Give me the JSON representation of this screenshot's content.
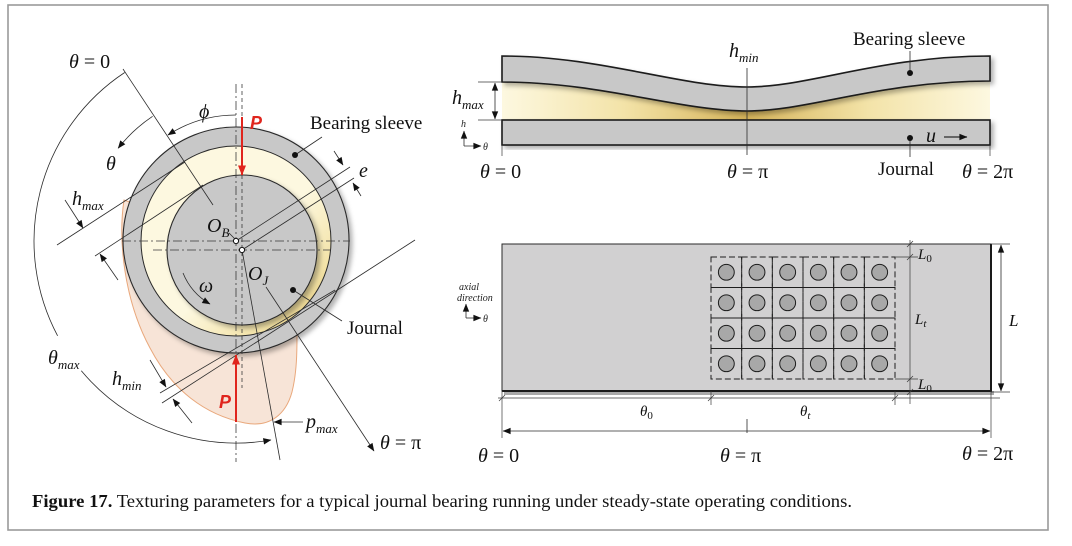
{
  "figure": {
    "caption": {
      "label": "Figure 17.",
      "text": " Texturing parameters for a typical journal bearing running under steady-state operating conditions."
    }
  },
  "polar_view": {
    "theta_zero": {
      "symbol": "θ",
      "rest": " = 0"
    },
    "phi": "ϕ",
    "theta": "θ",
    "load_top": "P",
    "bearing_sleeve": "Bearing sleeve",
    "eccentricity": "e",
    "h_max": {
      "base": "h",
      "sub": "max"
    },
    "center_bearing": {
      "base": "O",
      "sub": "B"
    },
    "center_journal": {
      "base": "O",
      "sub": "J"
    },
    "omega": "ω",
    "journal": "Journal",
    "theta_max": {
      "base": "θ",
      "sub": "max"
    },
    "h_min": {
      "base": "h",
      "sub": "min"
    },
    "load_bottom": "P",
    "p_max": {
      "base": "p",
      "sub": "max"
    },
    "theta_pi": {
      "symbol": "θ",
      "rest": " = π"
    }
  },
  "film_view": {
    "h_min": {
      "base": "h",
      "sub": "min"
    },
    "bearing_sleeve": "Bearing sleeve",
    "h_max": {
      "base": "h",
      "sub": "max"
    },
    "axis": {
      "vertical": "h",
      "horizontal": "θ"
    },
    "velocity": "u",
    "theta_zero": {
      "symbol": "θ",
      "rest": " = 0"
    },
    "theta_pi": {
      "symbol": "θ",
      "rest": " = π"
    },
    "journal": "Journal",
    "theta_two_pi": {
      "symbol": "θ",
      "rest": " = 2π"
    }
  },
  "texture_view": {
    "axis": {
      "vertical_line1": "axial",
      "vertical_line2": "direction",
      "horizontal": "θ"
    },
    "grid": {
      "columns": 6,
      "rows": 4
    },
    "L0_top": {
      "base": "L",
      "sub": "0"
    },
    "Lt": {
      "base": "L",
      "sub": "t"
    },
    "L0_bottom": {
      "base": "L",
      "sub": "0"
    },
    "L": "L",
    "theta0": {
      "base": "θ",
      "sub": "0"
    },
    "theta_t": {
      "base": "θ",
      "sub": "t"
    },
    "theta_zero": {
      "symbol": "θ",
      "rest": " = 0"
    },
    "theta_pi": {
      "symbol": "θ",
      "rest": " = π"
    },
    "theta_two_pi": {
      "symbol": "θ",
      "rest": " = 2π"
    }
  },
  "colors": {
    "metal": "#c8c8c8",
    "plate": "#d1d0d1",
    "film-light": "#fdf8e0",
    "film-mid": "#f3e3a8",
    "film-dark": "#d6b45a",
    "pressure-fill": "#f7e4d7",
    "pressure-edge": "#e9a87c",
    "load": "#e0251d",
    "dimple": "#a8a8a8"
  }
}
